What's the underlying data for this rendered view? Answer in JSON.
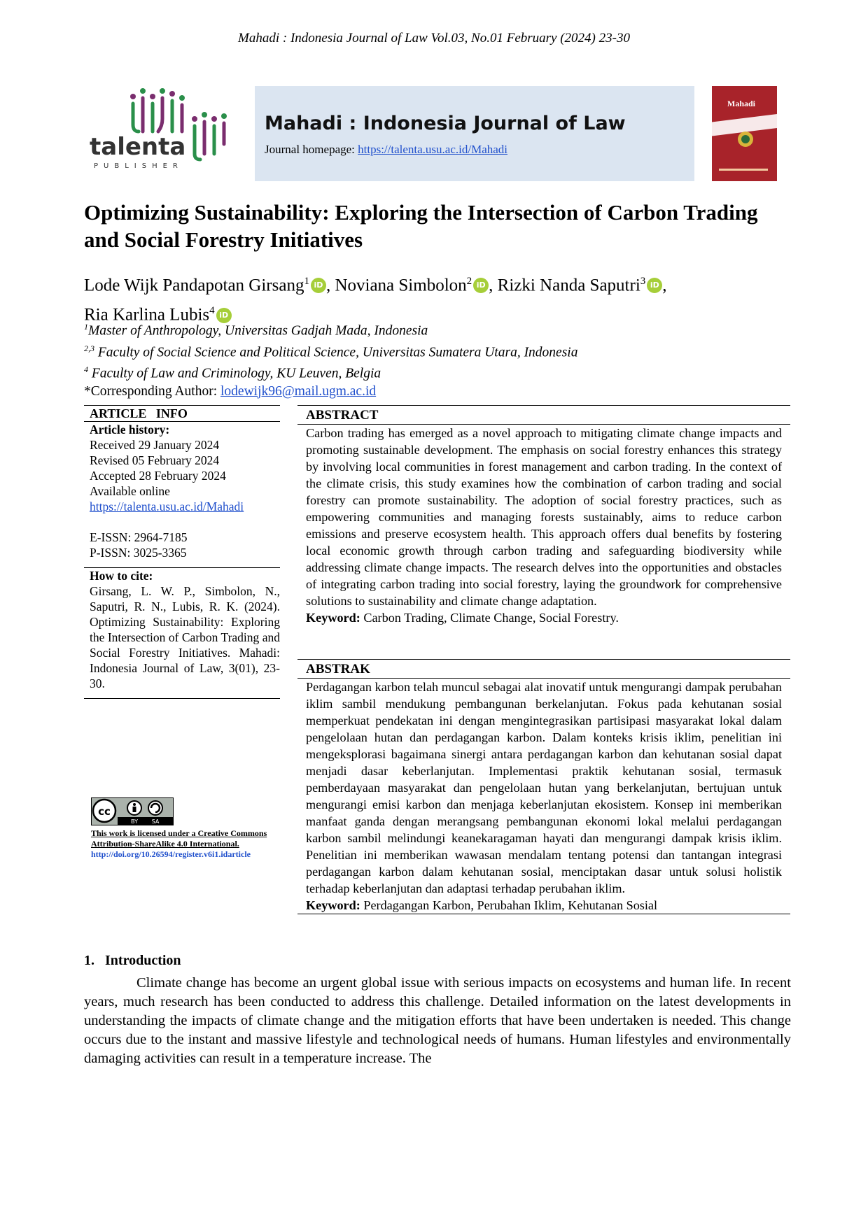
{
  "running_header": "Mahadi : Indonesia Journal of Law Vol.03, No.01 February (2024) 23-30",
  "publisher": {
    "logo_word": "talenta",
    "logo_sub": "PUBLISHER"
  },
  "journal": {
    "title": "Mahadi : Indonesia Journal of Law",
    "homepage_label": "Journal homepage: ",
    "homepage_url": "https://talenta.usu.ac.id/Mahadi",
    "cover_title": "Mahadi",
    "cover_color": "#a8232a"
  },
  "paper_title": "Optimizing Sustainability: Exploring the Intersection of Carbon Trading and Social Forestry Initiatives",
  "authors": [
    {
      "name": "Lode Wijk Pandapotan Girsang",
      "sup": "1"
    },
    {
      "name": "Noviana Simbolon",
      "sup": "2"
    },
    {
      "name": "Rizki Nanda Saputri",
      "sup": "3"
    },
    {
      "name": "Ria Karlina Lubis",
      "sup": "4"
    }
  ],
  "orcid_label": "iD",
  "affiliations": [
    {
      "sup": "1",
      "text": "Master of Anthropology, Universitas Gadjah Mada, Indonesia"
    },
    {
      "sup": "2,3",
      "text": " Faculty of Social Science and Political Science, Universitas Sumatera Utara, Indonesia"
    },
    {
      "sup": "4",
      "text": " Faculty of Law and Criminology, KU Leuven, Belgia"
    }
  ],
  "corresponding": {
    "label": "*Corresponding Author: ",
    "email": "lodewijk96@mail.ugm.ac.id"
  },
  "article_info": {
    "heading": "ARTICLE   INFO",
    "history_label": "Article history:",
    "received": "Received 29 January 2024",
    "revised": "Revised 05 February 2024",
    "accepted": "Accepted 28 February 2024",
    "available": "Available online",
    "url": "https://talenta.usu.ac.id/Mahadi",
    "eissn": "E-ISSN: 2964-7185",
    "pissn": "P-ISSN: 3025-3365"
  },
  "cite": {
    "heading": "How to cite:",
    "text": "Girsang, L. W. P., Simbolon, N., Saputri, R. N., Lubis, R. K. (2024). Optimizing Sustainability: Exploring the Intersection of Carbon Trading and Social Forestry Initiatives. Mahadi: Indonesia Journal of Law, 3(01), 23-30."
  },
  "license": {
    "badge_left": "BY",
    "badge_right": "SA",
    "text": "This work is licensed under a Creative Commons Attribution-ShareAlike 4.0 International.",
    "doi": "http://doi.org/10.26594/register.v6i1.idarticle"
  },
  "abstract": {
    "heading": "ABSTRACT",
    "text": "Carbon trading has emerged as a novel approach to mitigating climate change impacts and promoting sustainable development. The emphasis on social forestry enhances this strategy by involving local communities in forest management and carbon trading. In the context of the climate crisis, this study examines how the combination of carbon trading and social forestry can promote sustainability. The adoption of social forestry practices, such as empowering communities and managing forests sustainably, aims to reduce carbon emissions and preserve ecosystem health. This approach offers dual benefits by fostering local economic growth through carbon trading and safeguarding biodiversity while addressing climate change impacts. The research delves into the opportunities and obstacles of integrating carbon trading into social forestry, laying the groundwork for comprehensive solutions to sustainability and climate change adaptation.",
    "keyword_label": "Keyword:",
    "keywords": " Carbon Trading, Climate Change, Social Forestry."
  },
  "abstrak": {
    "heading": "ABSTRAK",
    "text": "Perdagangan karbon telah muncul sebagai alat inovatif untuk mengurangi dampak perubahan iklim sambil mendukung pembangunan berkelanjutan. Fokus pada kehutanan sosial memperkuat pendekatan ini dengan mengintegrasikan partisipasi masyarakat lokal dalam pengelolaan hutan dan perdagangan karbon. Dalam konteks krisis iklim, penelitian ini mengeksplorasi bagaimana sinergi antara perdagangan karbon dan kehutanan sosial dapat menjadi dasar keberlanjutan. Implementasi praktik kehutanan sosial, termasuk pemberdayaan masyarakat dan pengelolaan hutan yang berkelanjutan, bertujuan untuk mengurangi emisi karbon dan menjaga keberlanjutan ekosistem. Konsep ini memberikan manfaat ganda dengan merangsang pembangunan ekonomi lokal melalui perdagangan karbon sambil melindungi keanekaragaman hayati dan mengurangi dampak krisis iklim. Penelitian ini memberikan wawasan mendalam tentang potensi dan tantangan integrasi perdagangan karbon dalam kehutanan sosial, menciptakan dasar untuk solusi holistik terhadap keberlanjutan dan adaptasi terhadap perubahan iklim.",
    "keyword_label": "Keyword:",
    "keywords": " Perdagangan Karbon, Perubahan Iklim, Kehutanan Sosial"
  },
  "introduction": {
    "heading": "1.   Introduction",
    "text": "Climate change has become an urgent global issue with serious impacts on ecosystems and human life. In recent years, much research has been conducted to address this challenge. Detailed information on the latest developments in understanding the impacts of climate change and the mitigation efforts that have been undertaken is needed. This change occurs due to the instant and massive lifestyle and technological needs of humans. Human lifestyles and environmentally damaging activities can result in a temperature increase. The"
  }
}
